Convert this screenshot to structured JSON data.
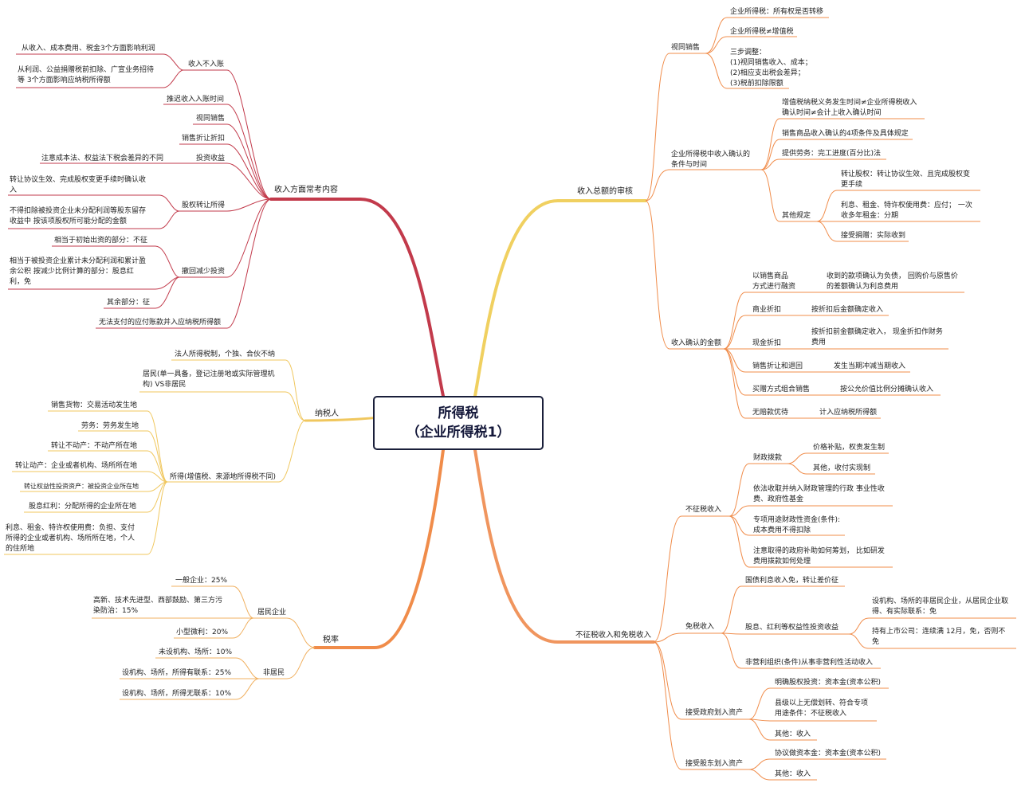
{
  "central": {
    "line1": "所得税",
    "line2": "（企业所得税1）"
  },
  "colors": {
    "income_content": "#c23a4b",
    "taxpayer": "#f0c75e",
    "tax_rate": "#f08c4a",
    "income_review": "#f0d060",
    "exempt": "#f0955e",
    "text": "#222222",
    "center_border": "#1a1f3a"
  },
  "branches": {
    "income_content": {
      "label": "收入方面常考内容",
      "unrecorded": {
        "label": "收入不入账",
        "items": [
          "从收入、成本费用、税金3个方面影响利润",
          "从利润、公益捐赠税前扣除、广宣业务招待",
          "等 3个方面影响应纳税所得额"
        ]
      },
      "defer": "推迟收入入账时间",
      "deemed_sale": "视同销售",
      "discount": "销售折让折扣",
      "investment": {
        "label": "投资收益",
        "item": "注意成本法、权益法下税会差异的不同"
      },
      "equity_transfer": {
        "label": "股权转让所得",
        "items": [
          "转让协议生效、完成股权变更手续时确认收",
          "入",
          "不得扣除被投资企业未分配利润等股东留存",
          "收益中 按该项股权所可能分配的金额"
        ]
      },
      "withdraw": {
        "label": "撤回减少投资",
        "items": [
          "相当于初始出资的部分：不征",
          "相当于被投资企业累计未分配利润和累计盈",
          "余公积 按减少比例计算的部分：股息红",
          "利，免",
          "其余部分：征"
        ]
      },
      "unpaid": "无法支付的应付账款并入应纳税所得额"
    },
    "taxpayer": {
      "label": "纳税人",
      "legal": "法人所得税制，个独、合伙不纳",
      "resident": [
        "居民(单一具备，登记注册地或实际管理机",
        "构) VS非居民"
      ],
      "source": {
        "label": "所得(增值税、来源地所得税不同)",
        "items": [
          "销售货物：交易活动发生地",
          "劳务：劳务发生地",
          "转让不动产：不动产所在地",
          "转让动产：企业或者机构、场所所在地",
          "转让权益性投资资产：被投资企业所在地",
          "股息红利：分配所得的企业所在地"
        ],
        "royalty": [
          "利息、租金、特许权使用费：负担、支付",
          "所得的企业或者机构、场所所在地，个人",
          "的住所地"
        ]
      }
    },
    "tax_rate": {
      "label": "税率",
      "resident": {
        "label": "居民企业",
        "general": "一般企业：25%",
        "hitech": [
          "高新、技术先进型、西部鼓励、第三方污",
          "染防治：15%"
        ],
        "small": "小型微利：20%"
      },
      "nonresident": {
        "label": "非居民",
        "items": [
          "未设机构、场所：10%",
          "设机构、场所，所得有联系：25%",
          "设机构、场所，所得无联系：10%"
        ]
      }
    },
    "income_review": {
      "label": "收入总额的审核",
      "deemed": {
        "label": "视同销售",
        "items": [
          "企业所得税：所有权是否转移",
          "企业所得税≠增值税",
          "三步调整：",
          "(1)视同销售收入、成本；",
          "(2)相应支出税会差异；",
          "(3)税前扣除限额"
        ]
      },
      "recognition": {
        "label": [
          "企业所得税中收入确认的",
          "条件与时间"
        ],
        "vat": [
          "增值税纳税义务发生时间≠企业所得税收入",
          "确认时间≠会计上收入确认时间"
        ],
        "goods": "销售商品收入确认的4项条件及具体规定",
        "service": "提供劳务：完工进度(百分比)法",
        "other": {
          "label": "其他规定",
          "equity": [
            "转让股权：转让协议生效、且完成股权变",
            "更手续"
          ],
          "rent": [
            "利息、租金、特许权使用费：应付；   一次",
            "收多年租金：分期"
          ],
          "donation": "接受捐赠：实际收到"
        }
      },
      "amount": {
        "label": "收入确认的金额",
        "financing": {
          "label": [
            "以销售商品",
            "方式进行融资"
          ],
          "value": [
            "收到的款项确认为负债，  回购价与原售价",
            "的差额确认为利息费用"
          ]
        },
        "commercial": {
          "label": "商业折扣",
          "value": "按折扣后金额确定收入"
        },
        "cash": {
          "label": "现金折扣",
          "value": [
            "按折扣前金额确定收入，  现金折扣作财务",
            "费用"
          ]
        },
        "returns": {
          "label": "销售折让和退回",
          "value": "发生当期冲减当期收入"
        },
        "bundle": {
          "label": "买赠方式组合销售",
          "value": "按公允价值比例分摊确认收入"
        },
        "prize": {
          "label": "无赔款优待",
          "value": "计入应纳税所得额"
        }
      }
    },
    "exempt": {
      "label": "不征税收入和免税收入",
      "non_taxable": {
        "label": "不征税收入",
        "fiscal": {
          "label": "财政拨款",
          "items": [
            "价格补贴，权责发生制",
            "其他，收付实现制"
          ]
        },
        "fund": [
          "依法收取并纳入财政管理的行政 事业性收",
          "费、政府性基金"
        ],
        "special": [
          "专项用途财政性资金(条件):",
          "成本费用不得扣除"
        ],
        "note": [
          "注意取得的政府补助如何筹划，  比如研发",
          "费用拨款如何处理"
        ]
      },
      "tax_free": {
        "label": "免税收入",
        "bond": "国债利息收入免，转让差价征",
        "dividend": {
          "label": "股息、红利等权益性投资收益",
          "resident": [
            "设机构、场所的非居民企业，从居民企业取",
            "得、有实际联系：免"
          ],
          "listed": [
            "持有上市公司：连续满 12月，免，否则不",
            "免"
          ]
        },
        "nonprofit": "非营利组织(条件)从事非营利性活动收入"
      },
      "gov_assets": {
        "label": "接受政府划入资产",
        "items": [
          "明确股权投资：资本金(资本公积)",
          "县级以上无偿划转、符合专项",
          "用途条件：不征税收入",
          "其他：收入"
        ]
      },
      "holder_assets": {
        "label": "接受股东划入资产",
        "items": [
          "协议做资本金：资本金(资本公积)",
          "其他：收入"
        ]
      }
    }
  }
}
